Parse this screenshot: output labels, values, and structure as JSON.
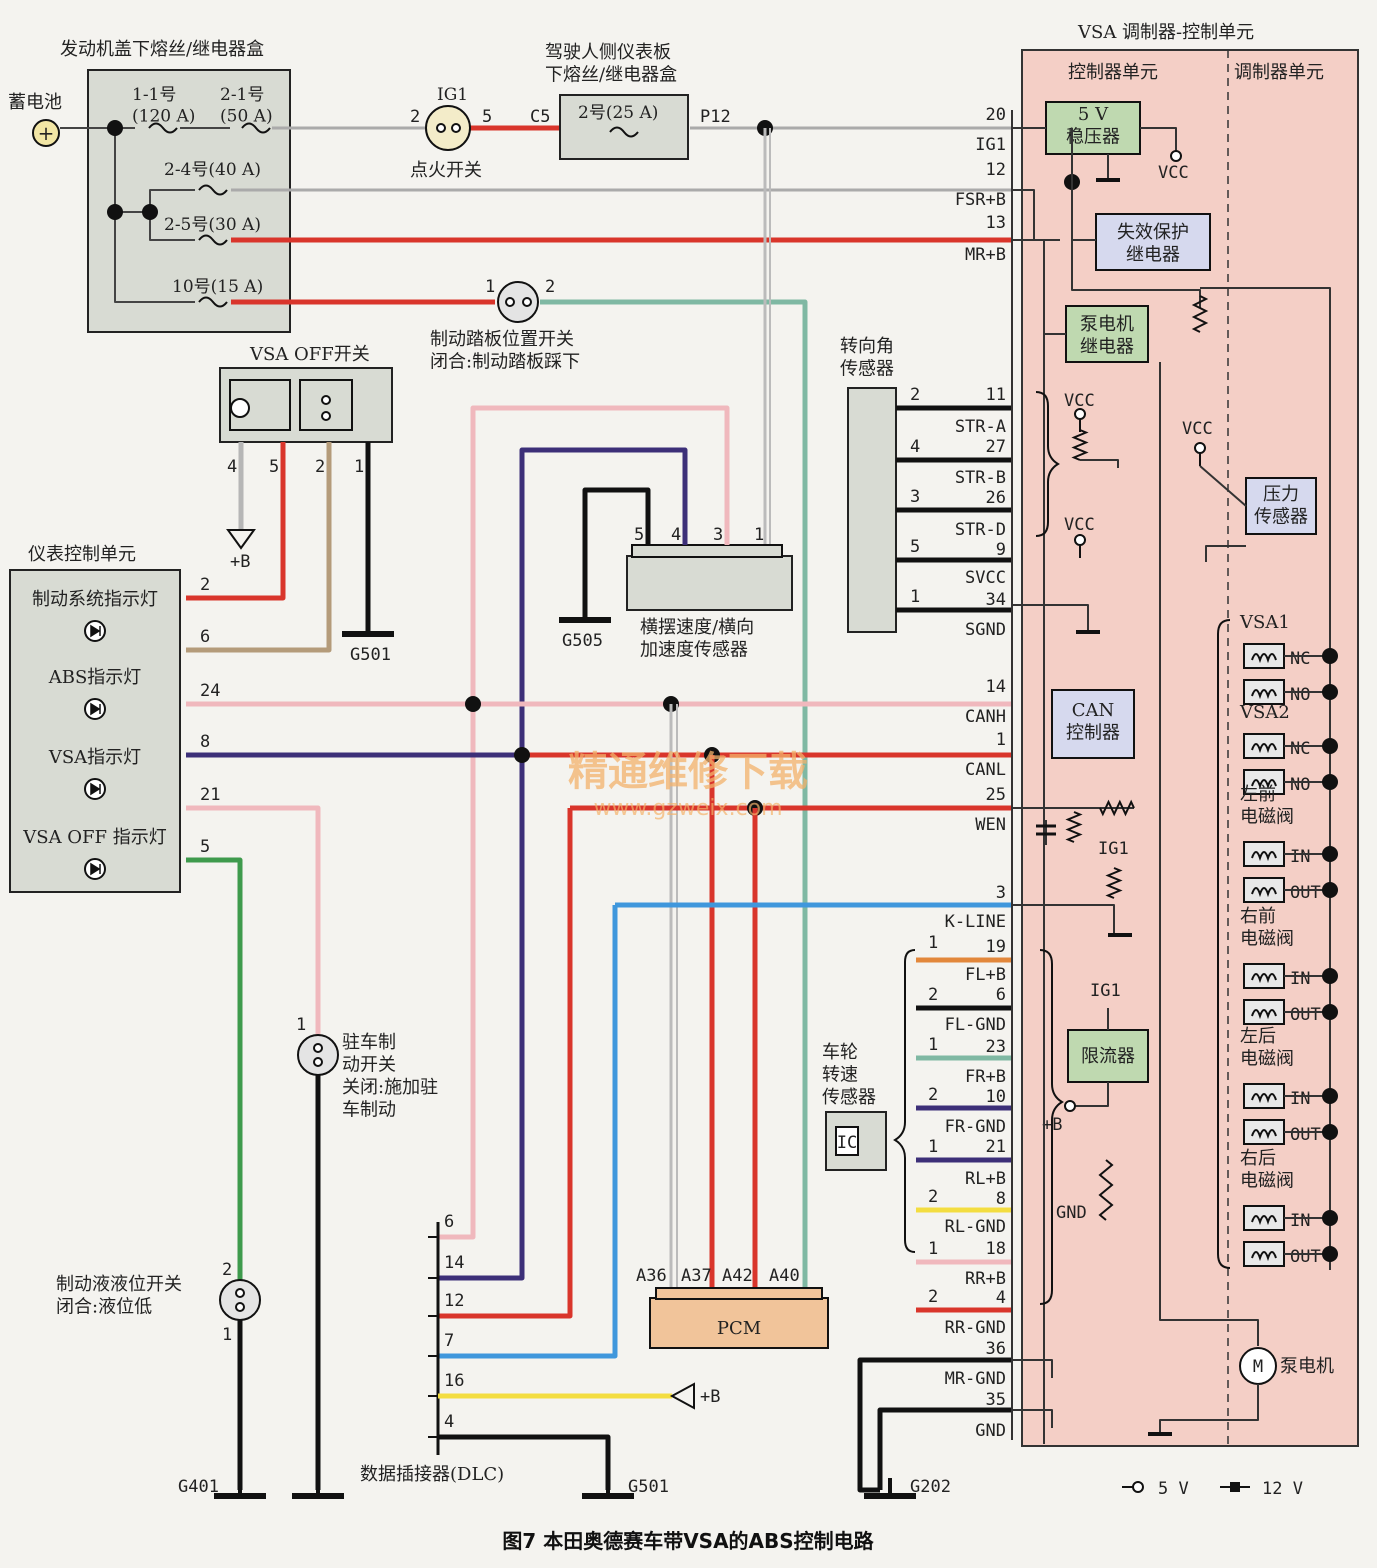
{
  "caption": "图7  本田奥德赛车带VSA的ABS控制电路",
  "watermark": {
    "text": "精通维修下载",
    "url": "www.gzweix.com"
  },
  "vsa_unit": {
    "title": "VSA 调制器-控制单元",
    "controller": "控制器单元",
    "modulator": "调制器单元",
    "regulator": "5 V\n稳压器",
    "failsafe_relay": "失效保护\n继电器",
    "pump_relay": "泵电机\n继电器",
    "can": "CAN\n控制器",
    "current_limiter": "限流器",
    "pressure_sensor": "压力\n传感器",
    "pump_motor": "泵电机",
    "vcc": "VCC",
    "ig1": "IG1",
    "plus_b": "+B",
    "gnd": "GND",
    "valves": [
      {
        "name": "VSA1",
        "ports": [
          "NC",
          "NO"
        ]
      },
      {
        "name": "VSA2",
        "ports": [
          "NC",
          "NO"
        ]
      },
      {
        "name": "左前\n电磁阀",
        "ports": [
          "IN",
          "OUT"
        ]
      },
      {
        "name": "右前\n电磁阀",
        "ports": [
          "IN",
          "OUT"
        ]
      },
      {
        "name": "左后\n电磁阀",
        "ports": [
          "IN",
          "OUT"
        ]
      },
      {
        "name": "右后\n电磁阀",
        "ports": [
          "IN",
          "OUT"
        ]
      }
    ],
    "pins": [
      {
        "num": "20",
        "sig": "IG1"
      },
      {
        "num": "12",
        "sig": "FSR+B"
      },
      {
        "num": "13",
        "sig": "MR+B"
      },
      {
        "num": "11",
        "sig": "STR-A"
      },
      {
        "num": "27",
        "sig": "STR-B"
      },
      {
        "num": "26",
        "sig": "STR-D"
      },
      {
        "num": "9",
        "sig": "SVCC"
      },
      {
        "num": "34",
        "sig": "SGND"
      },
      {
        "num": "14",
        "sig": "CANH"
      },
      {
        "num": "1",
        "sig": "CANL"
      },
      {
        "num": "25",
        "sig": "WEN"
      },
      {
        "num": "3",
        "sig": "K-LINE"
      },
      {
        "num": "19",
        "sig": "FL+B"
      },
      {
        "num": "6",
        "sig": "FL-GND"
      },
      {
        "num": "23",
        "sig": "FR+B"
      },
      {
        "num": "10",
        "sig": "FR-GND"
      },
      {
        "num": "21",
        "sig": "RL+B"
      },
      {
        "num": "8",
        "sig": "RL-GND"
      },
      {
        "num": "18",
        "sig": "RR+B"
      },
      {
        "num": "4",
        "sig": "RR-GND"
      },
      {
        "num": "36",
        "sig": "MR-GND"
      },
      {
        "num": "35",
        "sig": "GND"
      }
    ]
  },
  "fuse_box_hood": {
    "title": "发动机盖下熔丝/继电器盒",
    "fuses": [
      "1-1号\n(120 A)",
      "2-1号\n(50 A)",
      "2-4号(40 A)",
      "2-5号(30 A)",
      "10号(15 A)"
    ]
  },
  "battery": "蓄电池",
  "ignition": {
    "label": "点火开关",
    "name": "IG1",
    "pins": [
      "2",
      "5"
    ]
  },
  "fuse_box_dash": {
    "title": "驾驶人侧仪表板\n下熔丝/继电器盒",
    "fuse": "2号(25 A)",
    "c5": "C5",
    "p12": "P12"
  },
  "brake_pedal": {
    "label": "制动踏板位置开关\n闭合:制动踏板踩下",
    "pins": [
      "1",
      "2"
    ]
  },
  "vsa_off_switch": {
    "label": "VSA OFF开关",
    "pins": [
      "4",
      "5",
      "2",
      "1"
    ],
    "plus_b": "+B"
  },
  "gauge_unit": {
    "title": "仪表控制单元",
    "lamps": [
      "制动系统指示灯",
      "ABS指示灯",
      "VSA指示灯",
      "VSA OFF 指示灯"
    ],
    "pins": [
      "2",
      "6",
      "24",
      "8",
      "21",
      "5"
    ]
  },
  "yaw_sensor": {
    "label": "横摆速度/横向\n加速度传感器",
    "pins": [
      "5",
      "4",
      "3",
      "1"
    ]
  },
  "steering_sensor": {
    "label": "转向角\n传感器",
    "pins": [
      "2",
      "4",
      "3",
      "5",
      "1"
    ]
  },
  "wheel_sensor": {
    "label": "车轮\n转速\n传感器",
    "ic": "IC",
    "pins": [
      "1",
      "2"
    ]
  },
  "parking_brake": {
    "label": "驻车制\n动开关\n关闭:施加驻\n车制动",
    "pin": "1"
  },
  "fluid_level": {
    "label": "制动液液位开关\n闭合:液位低",
    "pins": [
      "2",
      "1"
    ]
  },
  "pcm": {
    "label": "PCM",
    "pins": [
      "A36",
      "A37",
      "A42",
      "A40"
    ]
  },
  "dlc": {
    "label": "数据插接器(DLC)",
    "pins": [
      "6",
      "14",
      "12",
      "7",
      "16",
      "4"
    ],
    "plus_b": "+B"
  },
  "grounds": [
    "G401",
    "G501",
    "G505",
    "G202"
  ],
  "legend": {
    "v5": "5 V",
    "v12": "12 V"
  },
  "colors": {
    "red": "#d9352b",
    "green": "#3e9a4c",
    "teal": "#7fb8a3",
    "blue": "#3f97dc",
    "purple": "#3c2f78",
    "pink": "#f0b8bd",
    "tan": "#b49b7a",
    "gray": "#b6b6b6",
    "yellow": "#f3dd40",
    "orange": "#e2873b",
    "ecu_bg": "#f4cfc6",
    "pcm_bg": "#f1c49a"
  }
}
